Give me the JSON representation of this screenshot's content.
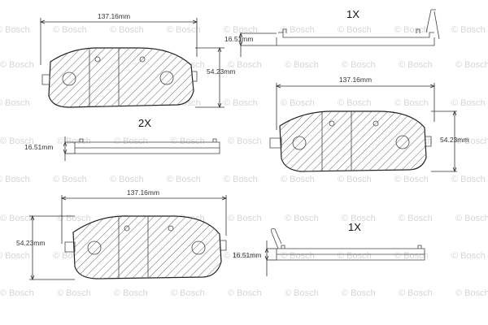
{
  "watermark": {
    "text": "© Bosch",
    "color": "#d6d6d6"
  },
  "dimensions": {
    "width": "137.16mm",
    "height": "54.23mm",
    "thickness": "16.51mm"
  },
  "quantities": {
    "top_right": "1X",
    "middle_left": "2X",
    "bottom_right": "1X"
  },
  "colors": {
    "line": "#333333",
    "hatch": "#555555",
    "pad_fill": "#ffffff"
  }
}
